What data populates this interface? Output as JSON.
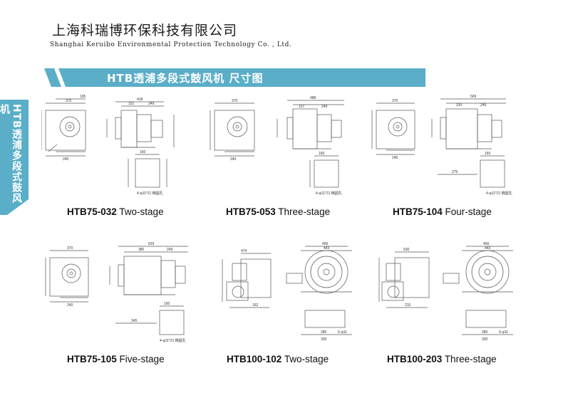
{
  "header": {
    "company_cn": "上海科瑞博环保科技有限公司",
    "company_en": "Shanghai Keruibo Environmental Protection Technology Co. , Ltd."
  },
  "banner": {
    "title": "HTB透浦多段式鼓风机 尺寸图"
  },
  "side_tab": {
    "label": "HTB透浦多段式鼓风机"
  },
  "colors": {
    "accent": "#5aaec8",
    "accent_dark": "#3f93b0"
  },
  "models": [
    {
      "code": "HTB75-032",
      "stage": "Two-stage"
    },
    {
      "code": "HTB75-053",
      "stage": "Three-stage"
    },
    {
      "code": "HTB75-104",
      "stage": "Four-stage"
    },
    {
      "code": "HTB75-105",
      "stage": "Five-stage"
    },
    {
      "code": "HTB100-102",
      "stage": "Two-stage"
    },
    {
      "code": "HTB100-203",
      "stage": "Three-stage"
    }
  ]
}
